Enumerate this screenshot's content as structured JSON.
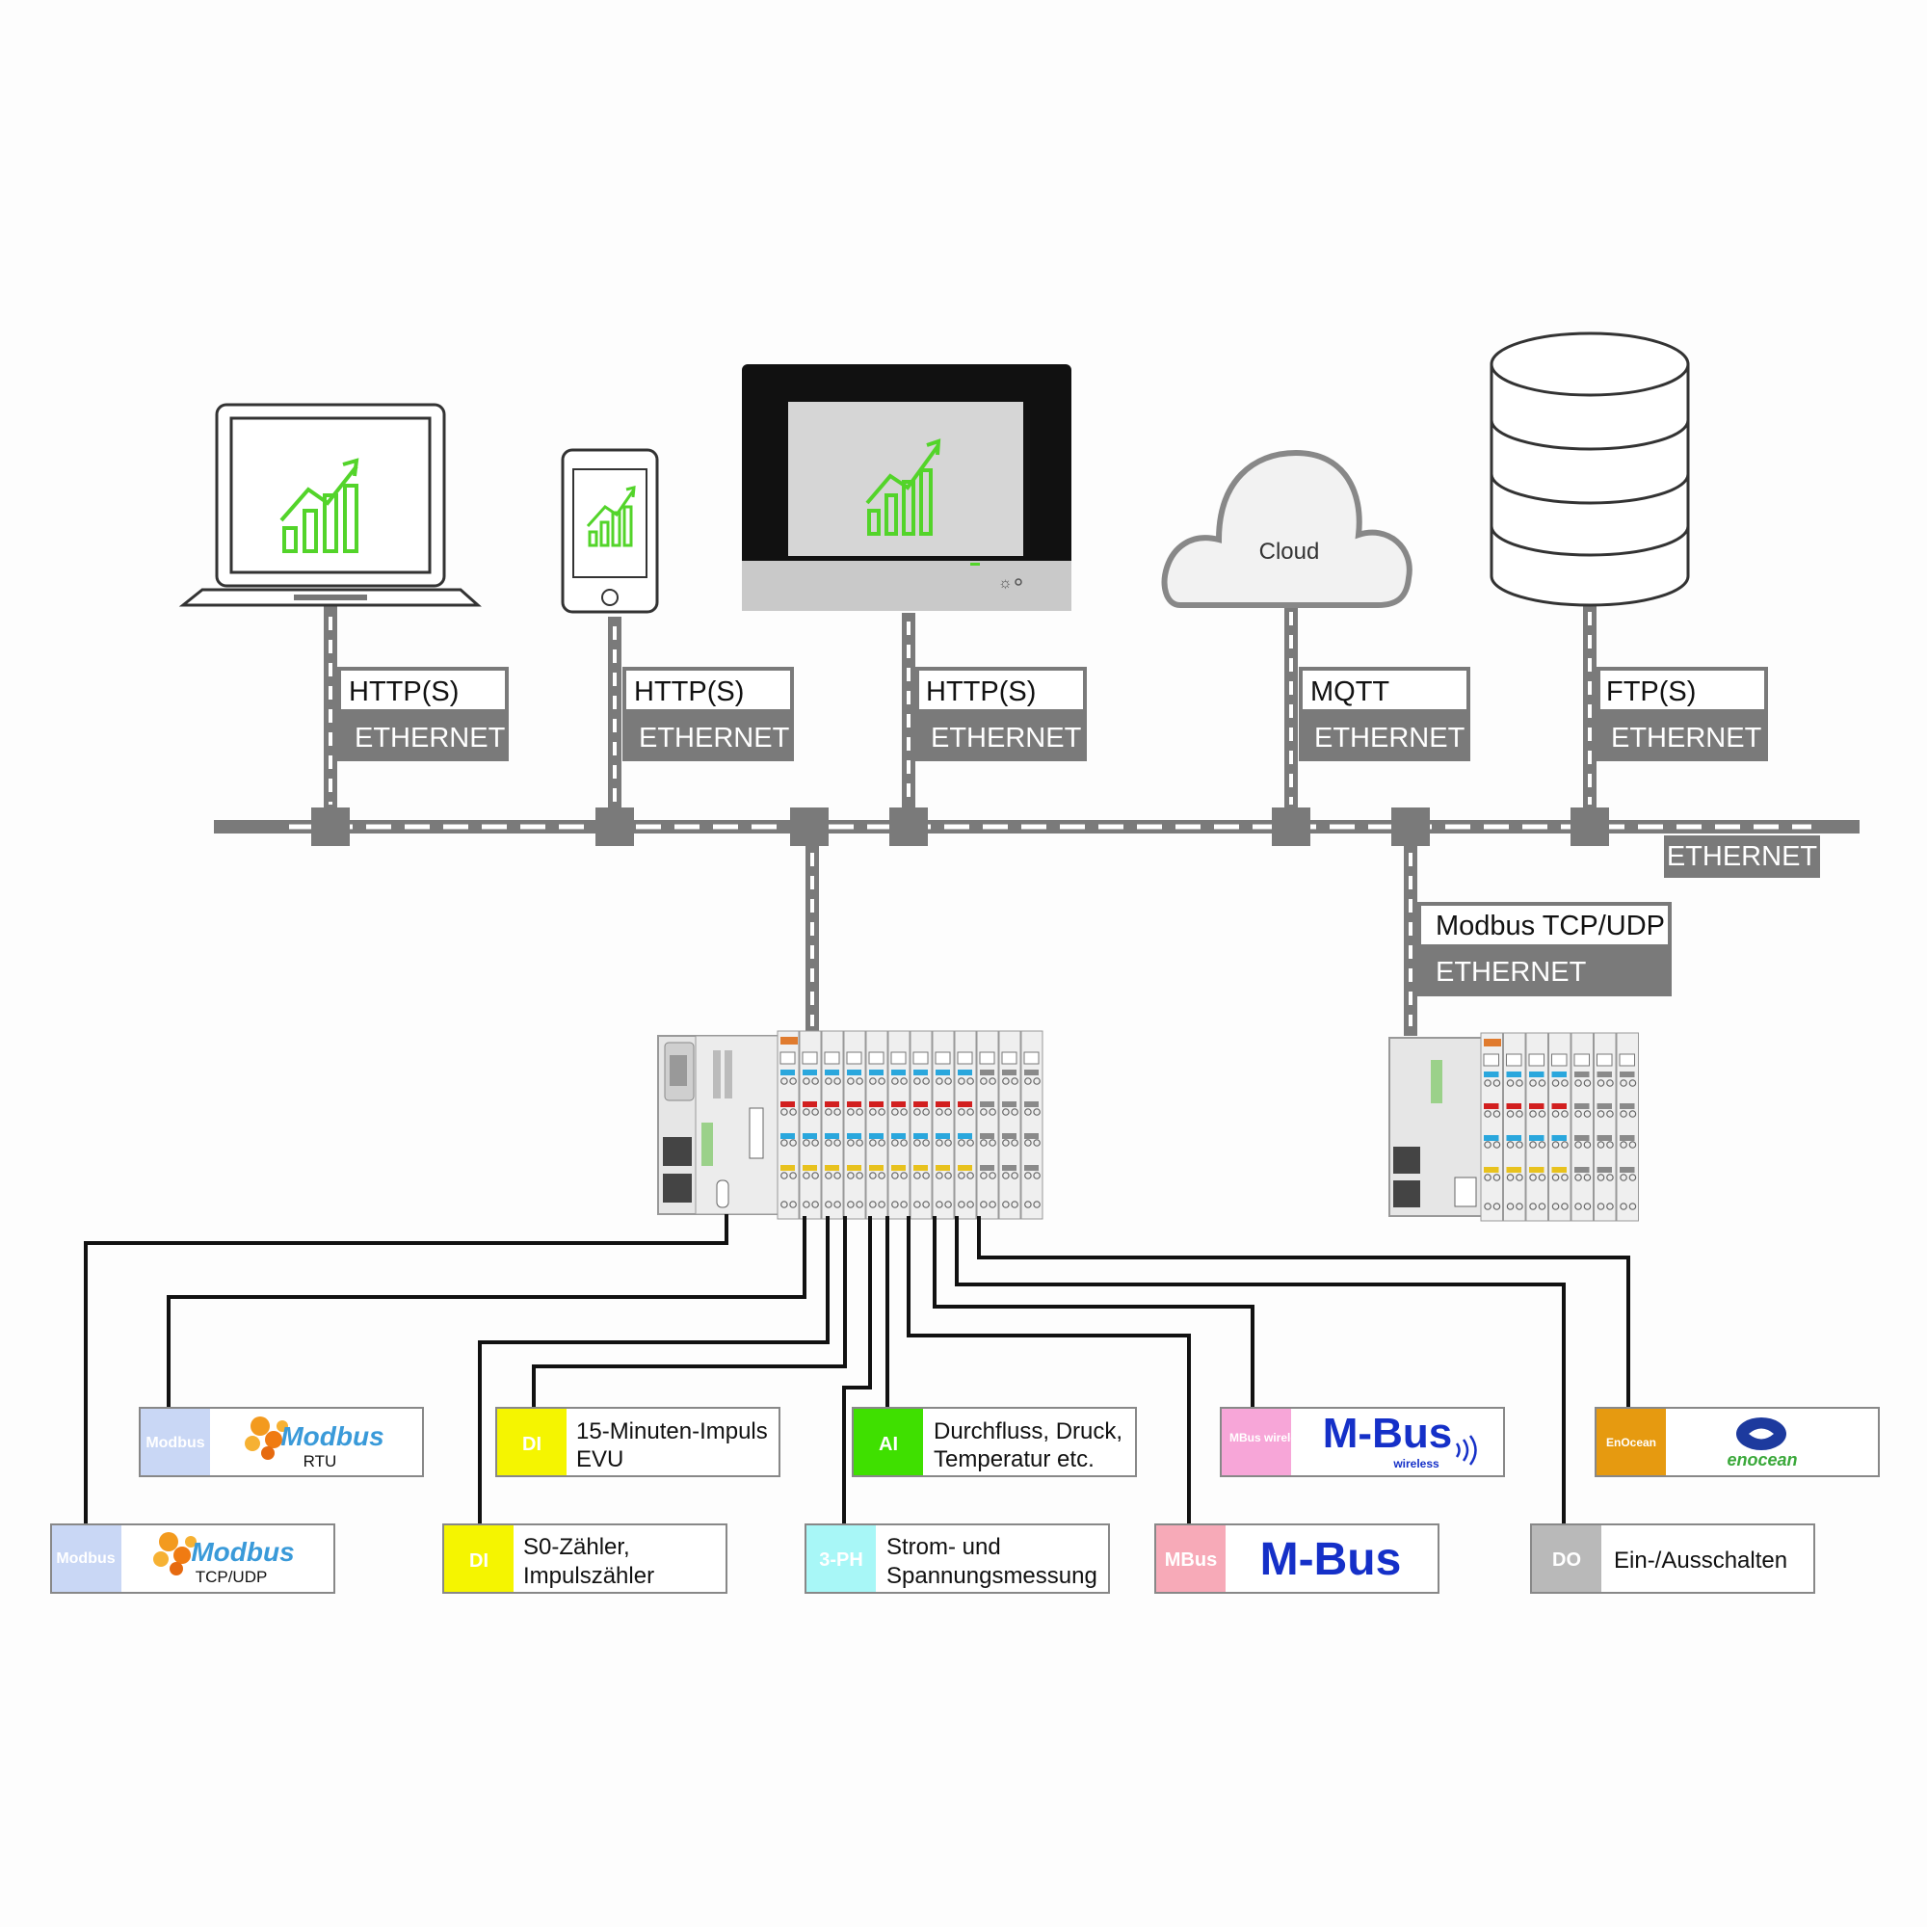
{
  "top_devices": {
    "cloud_label": "Cloud"
  },
  "protocol_boxes": [
    {
      "protocol": "HTTP(S)",
      "medium": "ETHERNET"
    },
    {
      "protocol": "HTTP(S)",
      "medium": "ETHERNET"
    },
    {
      "protocol": "HTTP(S)",
      "medium": "ETHERNET"
    },
    {
      "protocol": "MQTT",
      "medium": "ETHERNET"
    },
    {
      "protocol": "FTP(S)",
      "medium": "ETHERNET"
    }
  ],
  "bus_label": "ETHERNET",
  "modbus_link": {
    "protocol": "Modbus TCP/UDP",
    "medium": "ETHERNET"
  },
  "interface_tags": [
    {
      "tag": "Modbus",
      "logo_text": "Modbus",
      "sub": "RTU",
      "color": "#c9d7f5"
    },
    {
      "tag": "Modbus",
      "logo_text": "Modbus",
      "sub": "TCP/UDP",
      "color": "#c9d7f5"
    },
    {
      "tag": "DI",
      "line1": "15-Minuten-Impuls",
      "line2": "EVU",
      "color": "#f5f500"
    },
    {
      "tag": "DI",
      "line1": "S0-Zähler,",
      "line2": "Impulszähler",
      "color": "#f5f500"
    },
    {
      "tag": "AI",
      "line1": "Durchfluss, Druck,",
      "line2": "Temperatur etc.",
      "color": "#3fe000"
    },
    {
      "tag": "3-PH",
      "line1": "Strom- und",
      "line2": "Spannungsmessung",
      "color": "#a8f7f7"
    },
    {
      "tag": "MBus wireless",
      "logo_text": "M-Bus",
      "sub": "wireless",
      "color": "#f7a6d8"
    },
    {
      "tag": "MBus",
      "logo_text": "M-Bus",
      "color": "#f7aab8"
    },
    {
      "tag": "EnOcean",
      "logo_text": "enocean",
      "color": "#e69a10"
    },
    {
      "tag": "DO",
      "line1": "Ein-/Ausschalten",
      "color": "#b9b9b9"
    }
  ],
  "colors": {
    "bus_gray": "#7a7a7a",
    "chart_green": "#53d42a",
    "mbus_blue": "#1530c8",
    "modbus_blue": "#3a9ad9",
    "enocean_green": "#3aa83a"
  }
}
